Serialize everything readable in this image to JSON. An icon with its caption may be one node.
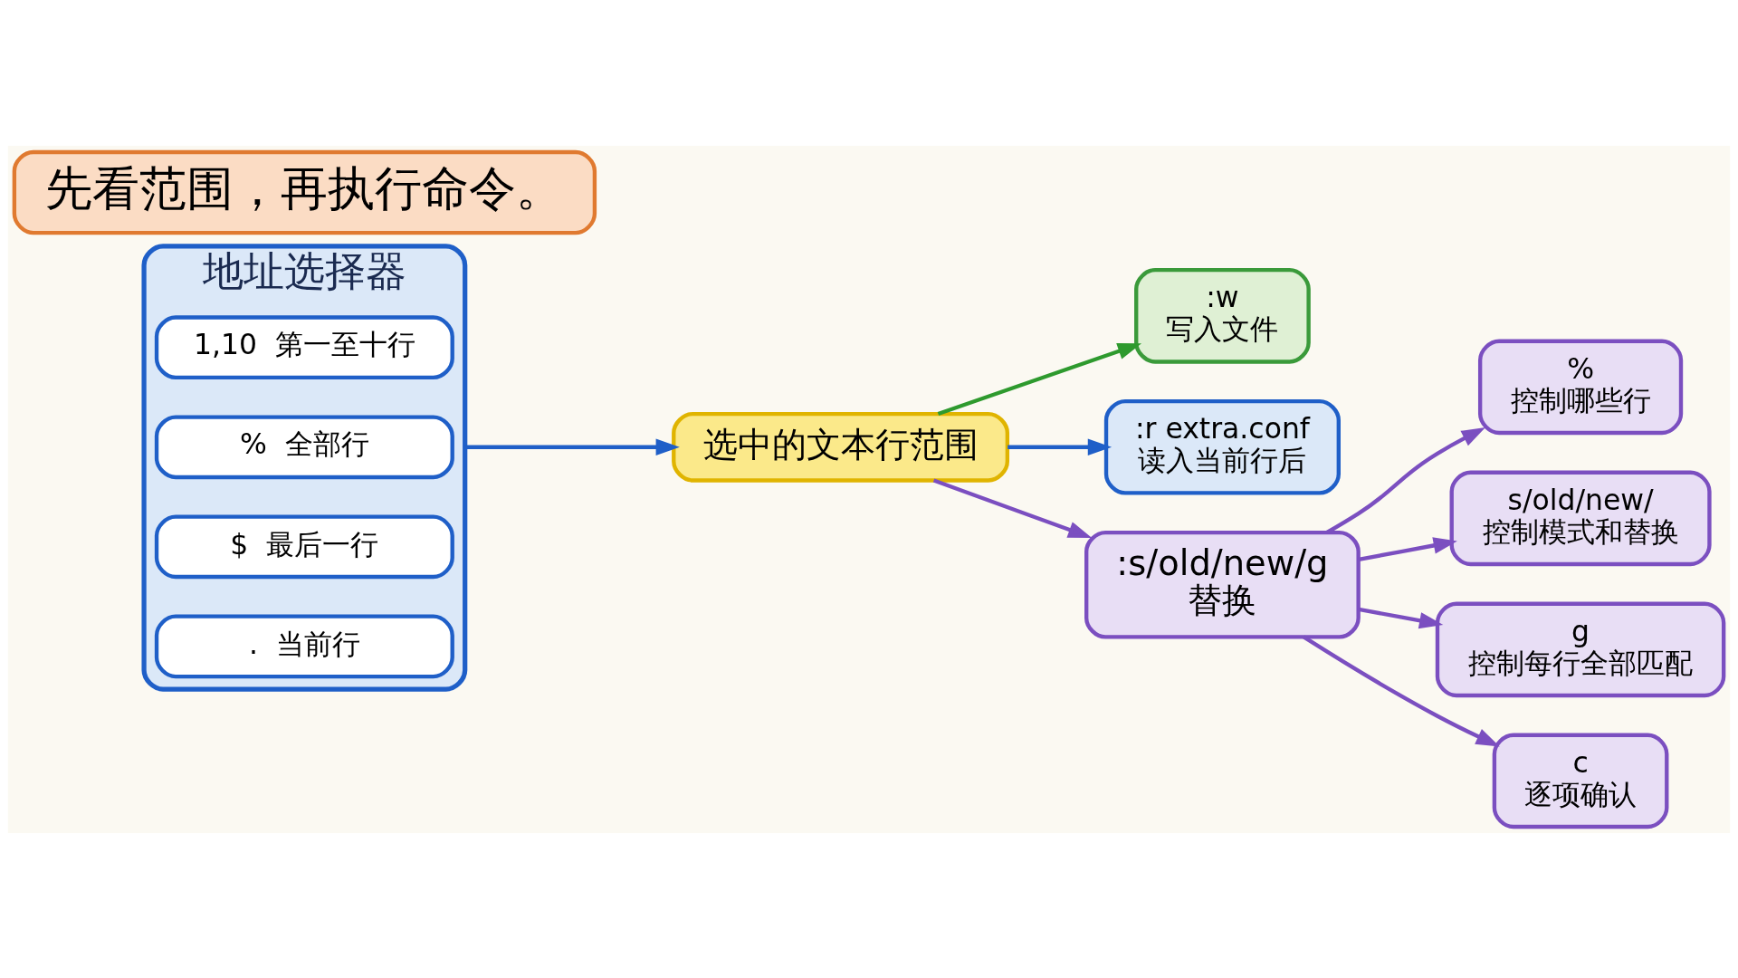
{
  "diagram": {
    "nodes": [
      {
        "text": [
          "地址选择器"
        ]
      },
      {
        "text": [
          ".",
          "当前行"
        ],
        "in": 0
      },
      {
        "text": [
          "$",
          "最后一行"
        ],
        "in": 0
      },
      {
        "text": [
          "%",
          "全部行"
        ],
        "in": 0
      },
      {
        "text": [
          "1,10",
          "第一至十行"
        ],
        "in": 0
      },
      {
        "text": [
          "选中的文本行范围"
        ]
      },
      {
        "text": [
          ":w",
          "写入文件"
        ]
      },
      {
        "text": [
          ":r extra.conf",
          "读入当前行后"
        ]
      },
      {
        "text": [
          ":s/old/new/g",
          "替换"
        ]
      },
      {
        "text": [
          "%",
          "控制哪些行"
        ]
      },
      {
        "text": [
          "s/old/new/",
          "控制模式和替换"
        ]
      },
      {
        "text": [
          "g",
          "控制每行全部匹配"
        ]
      },
      {
        "text": [
          "c",
          "逐项确认"
        ]
      },
      {
        "text": [
          "先看范围，再执行命令。"
        ]
      }
    ],
    "edges": [
      {
        "from": 0,
        "to": 5,
        "arrow": "to",
        "color": "#1f5fc8"
      },
      {
        "from": 5,
        "to": 6,
        "arrow": "to",
        "color": "#2e9a2e"
      },
      {
        "from": 5,
        "to": 7,
        "arrow": "to",
        "color": "#1f5fc8"
      },
      {
        "from": 5,
        "to": 8,
        "arrow": "to"
      },
      {
        "from": 8,
        "to": 9,
        "arrow": "to"
      },
      {
        "from": 8,
        "to": 10,
        "arrow": "to"
      },
      {
        "from": 8,
        "to": 11,
        "arrow": "to"
      },
      {
        "from": 8,
        "to": 12,
        "arrow": "to"
      }
    ]
  }
}
